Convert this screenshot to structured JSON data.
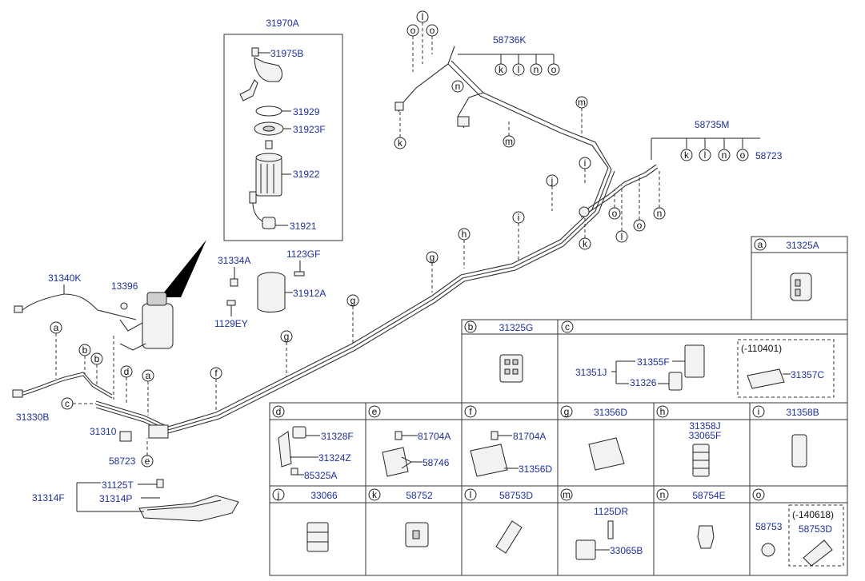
{
  "labels": {
    "p31970A": "31970A",
    "p31975B": "31975B",
    "p31929": "31929",
    "p31923F": "31923F",
    "p31922": "31922",
    "p31921": "31921",
    "p31334A": "31334A",
    "p1123GF": "1123GF",
    "p31912A": "31912A",
    "p1129EY": "1129EY",
    "p31340K": "31340K",
    "p13396": "13396",
    "p31330B": "31330B",
    "p31310": "31310",
    "p58723_left": "58723",
    "p31125T": "31125T",
    "p31314F": "31314F",
    "p31314P": "31314P",
    "p58736K": "58736K",
    "p58735M": "58735M",
    "p58723_right": "58723"
  },
  "callouts": {
    "k": "k",
    "l": "l",
    "o": "o",
    "n": "n",
    "m": "m",
    "i": "i",
    "j": "j",
    "h": "h",
    "g": "g",
    "f": "f",
    "e": "e",
    "d": "d",
    "c": "c",
    "b": "b",
    "a": "a"
  },
  "table": {
    "a": {
      "letter": "a",
      "title": "31325A"
    },
    "b": {
      "letter": "b",
      "title": "31325G"
    },
    "c": {
      "letter": "c",
      "p1": "31351J",
      "p2": "31355F",
      "p3": "31326",
      "date": "(-110401)",
      "p4": "31357C"
    },
    "d": {
      "letter": "d",
      "p1": "31328F",
      "p2": "31324Z",
      "p3": "85325A"
    },
    "e": {
      "letter": "e",
      "p1": "81704A",
      "p2": "58746"
    },
    "f": {
      "letter": "f",
      "p1": "81704A",
      "p2": "31356D"
    },
    "g": {
      "letter": "g",
      "title": "31356D"
    },
    "h": {
      "letter": "h",
      "title1": "31358J",
      "title2": "33065F"
    },
    "i": {
      "letter": "i",
      "title": "31358B"
    },
    "j": {
      "letter": "j",
      "title": "33066"
    },
    "k": {
      "letter": "k",
      "title": "58752"
    },
    "l": {
      "letter": "l",
      "title": "58753D"
    },
    "m": {
      "letter": "m",
      "p1": "1125DR",
      "p2": "33065B"
    },
    "n": {
      "letter": "n",
      "title": "58754E"
    },
    "o": {
      "letter": "o",
      "p1": "58753",
      "date": "(-140618)",
      "p2": "58753D"
    }
  }
}
